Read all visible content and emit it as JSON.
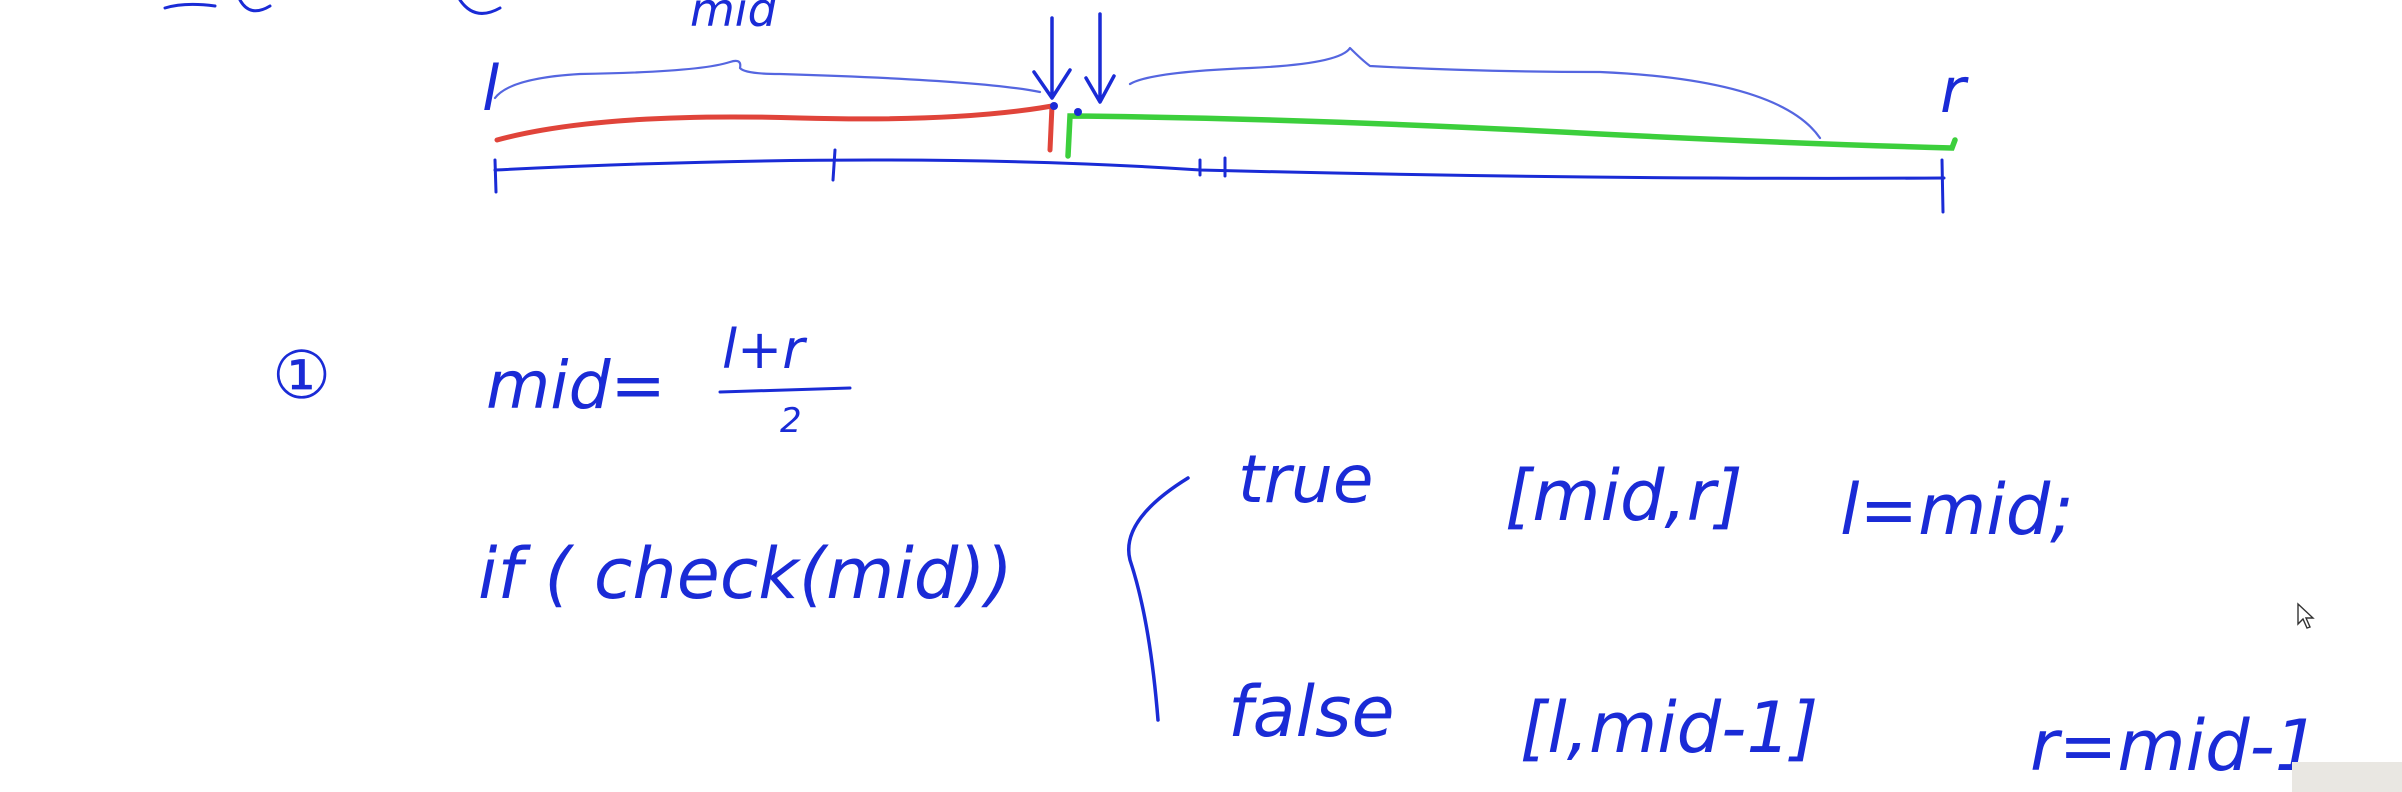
{
  "top_partial": {
    "left_fragment": "= a =",
    "label": "mid"
  },
  "number_line": {
    "left_label": "l",
    "right_label": "r"
  },
  "step_marker": "①",
  "formula": {
    "lhs": "mid=",
    "numerator": "l+r",
    "denominator": "2"
  },
  "condition": "if ( check(mid))",
  "branches": {
    "true_label": "true",
    "true_interval": "[mid,r]",
    "true_action": "l=mid;",
    "false_label": "false",
    "false_interval": "[l,mid-1]",
    "false_action": "r=mid-1"
  },
  "colors": {
    "ink": "#1a2bd6",
    "left_segment": "#e0443a",
    "right_segment": "#3ccf3c"
  },
  "icons": [
    "cursor-icon"
  ]
}
